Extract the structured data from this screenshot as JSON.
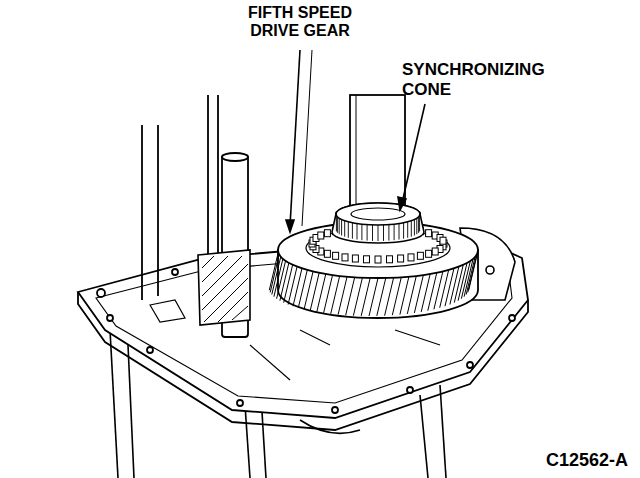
{
  "diagram": {
    "labels": [
      "FIFTH SPEED DRIVE GEAR",
      "SYNCHRONIZING CONE",
      "C12562-A"
    ]
  }
}
